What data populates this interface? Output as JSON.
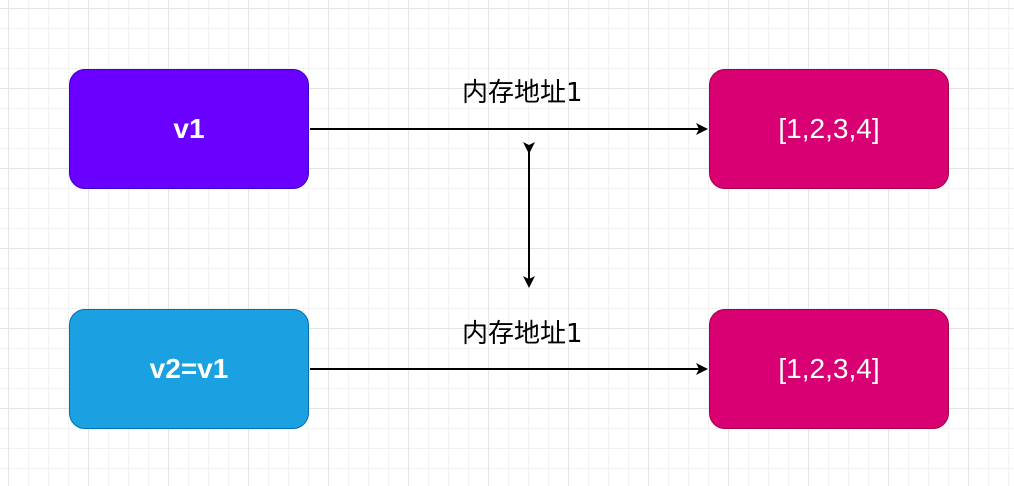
{
  "nodes": {
    "v1": {
      "label": "v1"
    },
    "v2": {
      "label": "v2=v1"
    },
    "value_top": {
      "label": "[1,2,3,4]"
    },
    "value_bottom": {
      "label": "[1,2,3,4]"
    }
  },
  "edges": {
    "top_label": "内存地址1",
    "bottom_label": "内存地址1"
  },
  "colors": {
    "v1_fill": "#6a00ff",
    "v2_fill": "#1ba1e2",
    "value_fill": "#d80073",
    "arrow": "#000000"
  }
}
